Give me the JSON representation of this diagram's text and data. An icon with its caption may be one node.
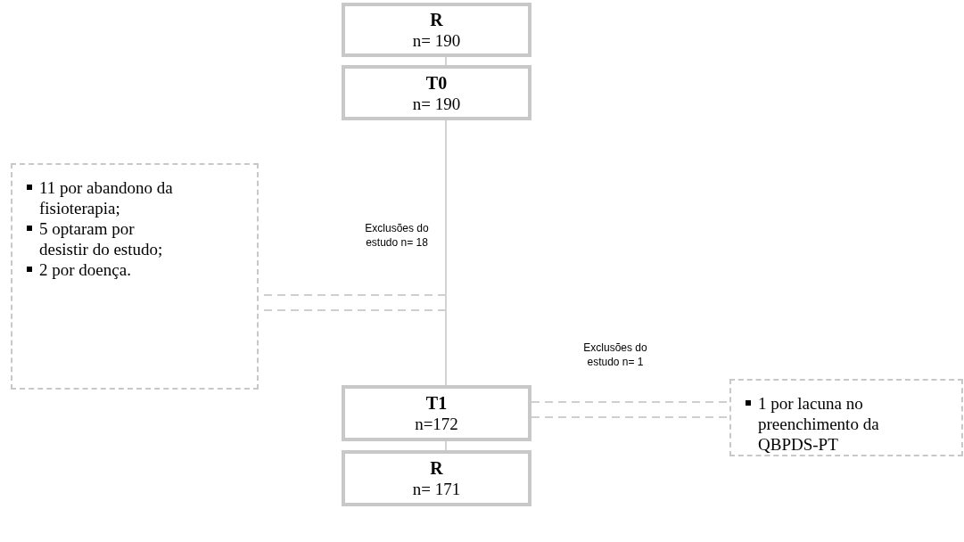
{
  "diagram": {
    "nodes": [
      {
        "text": [
          "R",
          "n= 190"
        ]
      },
      {
        "text": [
          "T0",
          "n= 190"
        ]
      },
      {
        "text": [
          "T1",
          "n=172"
        ]
      },
      {
        "text": [
          "R",
          "n= 171"
        ]
      },
      {
        "text": [
          "11 por abandono da fisioterapia;",
          "5 optaram por desistir do estudo;",
          "2 por doença."
        ]
      },
      {
        "text": [
          "1 por lacuna no preenchimento da QBPDS-PT"
        ]
      }
    ],
    "edges": [
      {
        "from": 0,
        "to": 1,
        "arrow": "none"
      },
      {
        "from": 1,
        "to": 2,
        "arrow": "none"
      },
      {
        "from": 2,
        "to": 3,
        "arrow": "none"
      },
      {
        "from": null,
        "to": 4,
        "arrow": "none",
        "style": "dashed",
        "label": "Exclusões do estudo n= 18"
      },
      {
        "from": 2,
        "to": 5,
        "arrow": "none",
        "style": "dashed",
        "label": "Exclusões do estudo n= 1"
      }
    ]
  }
}
